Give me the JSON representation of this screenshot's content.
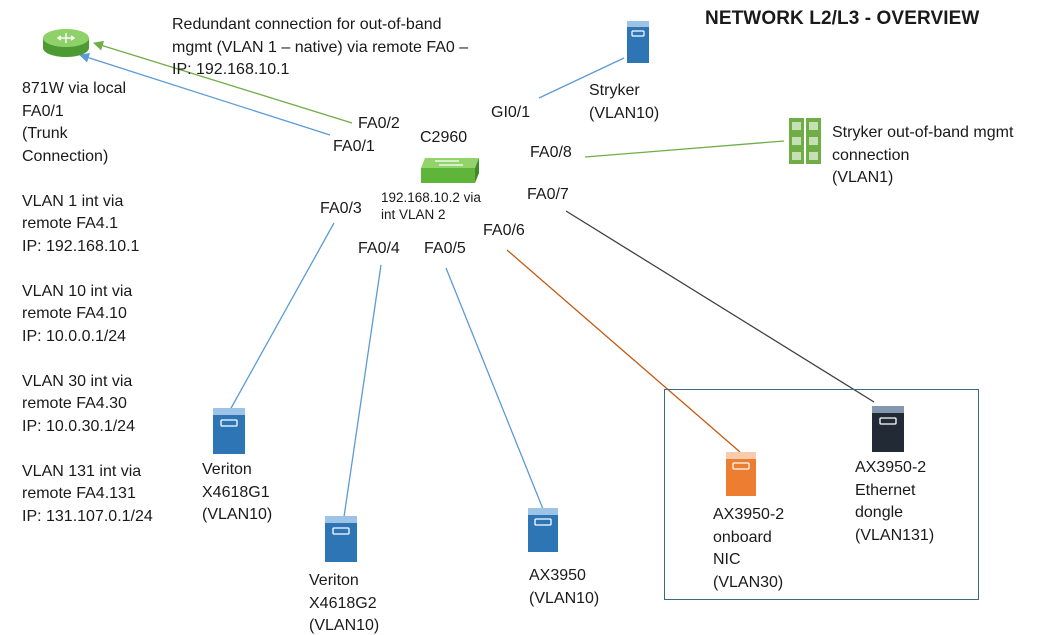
{
  "diagram": {
    "title": "NETWORK L2/L3 - OVERVIEW",
    "colors": {
      "link_blue": "#5b9bd5",
      "link_green": "#70ad47",
      "link_orange": "#c55a11",
      "link_dark": "#404040",
      "server_blue": "#2e75b6",
      "server_orange": "#ed7d31",
      "server_dark": "#222a35",
      "switch_green": "#70c050",
      "box_border": "#3a6b7e"
    },
    "notes": {
      "redundant": "Redundant connection for out-of-band\nmgmt (VLAN 1 – native) via remote FA0 –\nIP:  192.168.10.1",
      "router_info": "871W via local\nFA0/1\n(Trunk\nConnection)\n\nVLAN 1 int via\nremote FA4.1\nIP:  192.168.10.1\n\nVLAN 10 int via\nremote FA4.10\nIP:  10.0.0.1/24\n\nVLAN 30 int via\nremote FA4.30\nIP: 10.0.30.1/24\n\nVLAN 131 int via\nremote FA4.131\nIP: 131.107.0.1/24"
    },
    "switch": {
      "name": "C2960",
      "ip": "192.168.10.2 via\nint VLAN 2"
    },
    "ports": {
      "fa0_1": "FA0/1",
      "fa0_2": "FA0/2",
      "gi0_1": "GI0/1",
      "fa0_8": "FA0/8",
      "fa0_7": "FA0/7",
      "fa0_6": "FA0/6",
      "fa0_3": "FA0/3",
      "fa0_4": "FA0/4",
      "fa0_5": "FA0/5"
    },
    "nodes": {
      "router": {
        "icon": "router-icon"
      },
      "stryker": {
        "label": "Stryker\n(VLAN10)",
        "icon": "server-icon"
      },
      "stryker_mgmt": {
        "label": "Stryker out-of-band mgmt\nconnection\n(VLAN1)",
        "icon": "server-green-icon"
      },
      "veriton1": {
        "label": "Veriton\nX4618G1\n(VLAN10)",
        "icon": "server-icon"
      },
      "veriton2": {
        "label": "Veriton\nX4618G2\n(VLAN10)",
        "icon": "server-icon"
      },
      "ax3950": {
        "label": "AX3950\n(VLAN10)",
        "icon": "server-icon"
      },
      "ax_nic": {
        "label": "AX3950-2\nonboard\nNIC\n(VLAN30)",
        "icon": "server-orange-icon"
      },
      "ax_dongle": {
        "label": "AX3950-2\nEthernet\ndongle\n(VLAN131)",
        "icon": "server-dark-icon"
      }
    }
  }
}
